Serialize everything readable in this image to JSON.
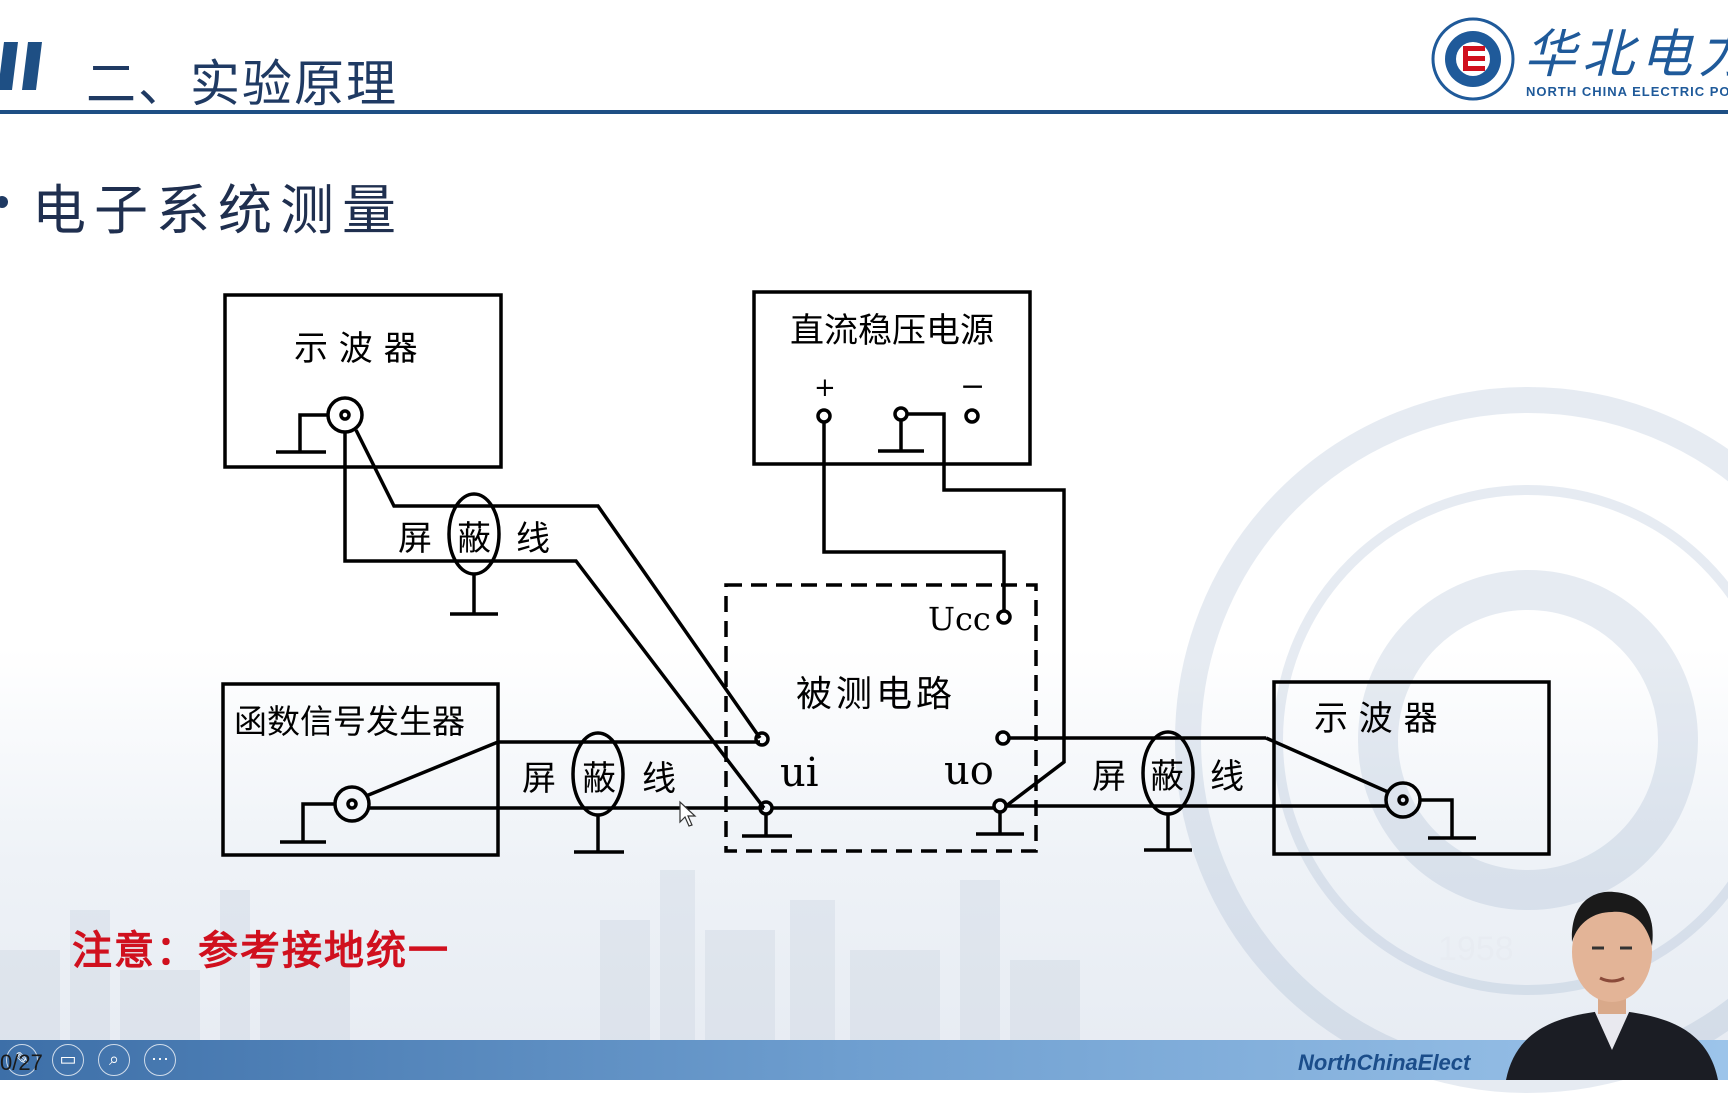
{
  "header": {
    "title": "二、实验原理"
  },
  "logo": {
    "cn": "华北电力",
    "en": "NORTH CHINA ELECTRIC POWER UN"
  },
  "section": {
    "heading": "电子系统测量"
  },
  "diagram": {
    "osc_left": "示 波 器",
    "dc_supply": "直流稳压电源",
    "plus": "+",
    "minus": "−",
    "cable_top": [
      "屏",
      "蔽",
      "线"
    ],
    "cable_mid": [
      "屏",
      "蔽",
      "线"
    ],
    "cable_right": [
      "屏",
      "蔽",
      "线"
    ],
    "func_gen": "函数信号发生器",
    "dut": "被测电路",
    "ucc": "Ucc",
    "ui": "ui",
    "uo": "uo",
    "osc_right": "示  波  器"
  },
  "note": "注意：参考接地统一",
  "watermark_year": "1958",
  "footer": {
    "page": "0/27",
    "brand": "NorthChinaElect"
  },
  "colors": {
    "accent": "#1e4f84",
    "note": "#d0101e"
  }
}
